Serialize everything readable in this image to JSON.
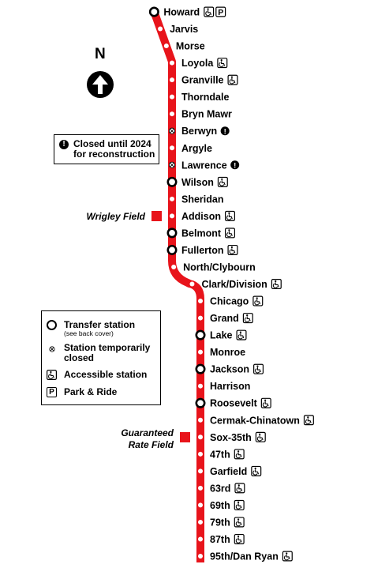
{
  "line_color": "#e8141b",
  "compass": {
    "label": "N"
  },
  "stations": [
    {
      "name": "Howard",
      "type": "transfer",
      "access": true,
      "park": true
    },
    {
      "name": "Jarvis",
      "type": "normal",
      "access": false
    },
    {
      "name": "Morse",
      "type": "normal",
      "access": false
    },
    {
      "name": "Loyola",
      "type": "normal",
      "access": true
    },
    {
      "name": "Granville",
      "type": "normal",
      "access": true
    },
    {
      "name": "Thorndale",
      "type": "normal",
      "access": false
    },
    {
      "name": "Bryn Mawr",
      "type": "normal",
      "access": false
    },
    {
      "name": "Berwyn",
      "type": "closed",
      "access": false,
      "alert": true
    },
    {
      "name": "Argyle",
      "type": "normal",
      "access": false
    },
    {
      "name": "Lawrence",
      "type": "closed",
      "access": false,
      "alert": true
    },
    {
      "name": "Wilson",
      "type": "transfer",
      "access": true
    },
    {
      "name": "Sheridan",
      "type": "normal",
      "access": false
    },
    {
      "name": "Addison",
      "type": "normal",
      "access": true
    },
    {
      "name": "Belmont",
      "type": "transfer",
      "access": true
    },
    {
      "name": "Fullerton",
      "type": "transfer",
      "access": true
    },
    {
      "name": "North/Clybourn",
      "type": "normal",
      "access": false
    },
    {
      "name": "Clark/Division",
      "type": "normal",
      "access": true
    },
    {
      "name": "Chicago",
      "type": "normal",
      "access": true
    },
    {
      "name": "Grand",
      "type": "normal",
      "access": true
    },
    {
      "name": "Lake",
      "type": "transfer",
      "access": true
    },
    {
      "name": "Monroe",
      "type": "normal",
      "access": false
    },
    {
      "name": "Jackson",
      "type": "transfer",
      "access": true
    },
    {
      "name": "Harrison",
      "type": "normal",
      "access": false
    },
    {
      "name": "Roosevelt",
      "type": "transfer",
      "access": true
    },
    {
      "name": "Cermak-Chinatown",
      "type": "normal",
      "access": true
    },
    {
      "name": "Sox-35th",
      "type": "normal",
      "access": true
    },
    {
      "name": "47th",
      "type": "normal",
      "access": true
    },
    {
      "name": "Garfield",
      "type": "normal",
      "access": true
    },
    {
      "name": "63rd",
      "type": "normal",
      "access": true
    },
    {
      "name": "69th",
      "type": "normal",
      "access": true
    },
    {
      "name": "79th",
      "type": "normal",
      "access": true
    },
    {
      "name": "87th",
      "type": "normal",
      "access": true
    },
    {
      "name": "95th/Dan Ryan",
      "type": "normal",
      "access": true
    }
  ],
  "venues": [
    {
      "lines": [
        "Wrigley Field"
      ]
    },
    {
      "lines": [
        "Guaranteed",
        "Rate Field"
      ]
    }
  ],
  "note": {
    "icon": "!",
    "line1": "Closed until 2024",
    "line2": "for reconstruction"
  },
  "legend": {
    "transfer": "Transfer station",
    "transfer_sub": "(see back cover)",
    "closed_1": "Station temporarily",
    "closed_2": "closed",
    "accessible": "Accessible station",
    "park": "Park & Ride",
    "park_icon": "P"
  }
}
